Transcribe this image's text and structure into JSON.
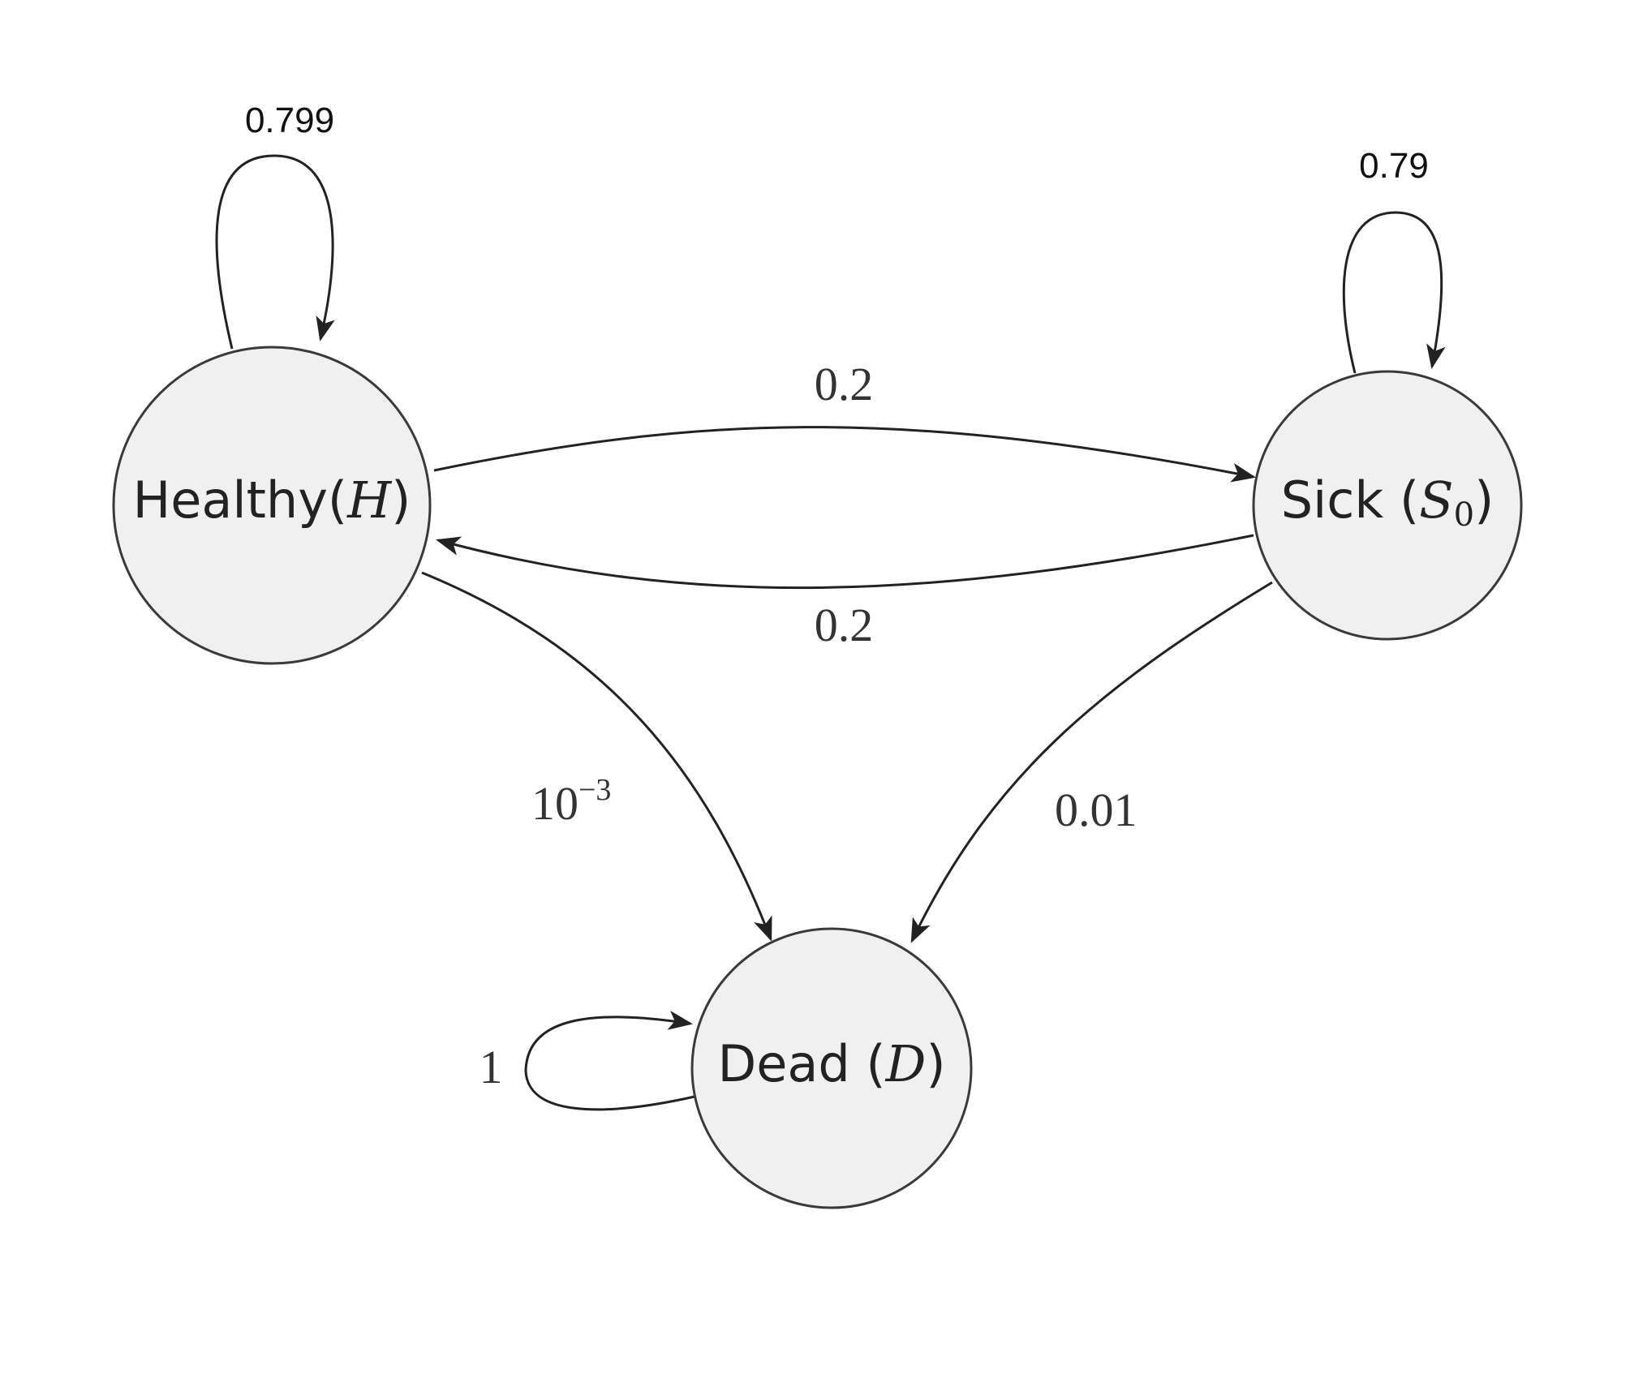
{
  "nodes": {
    "healthy": {
      "name": "Healthy",
      "symbol": "H"
    },
    "sick": {
      "name": "Sick",
      "symbol": "S",
      "subscript": "0"
    },
    "dead": {
      "name": "Dead",
      "symbol": "D"
    }
  },
  "edges": {
    "healthy_self": "0.799",
    "sick_self": "0.79",
    "healthy_to_sick": "0.2",
    "sick_to_healthy": "0.2",
    "healthy_to_dead_base": "10",
    "healthy_to_dead_exponent": "−3",
    "sick_to_dead": "0.01",
    "dead_self": "1"
  }
}
